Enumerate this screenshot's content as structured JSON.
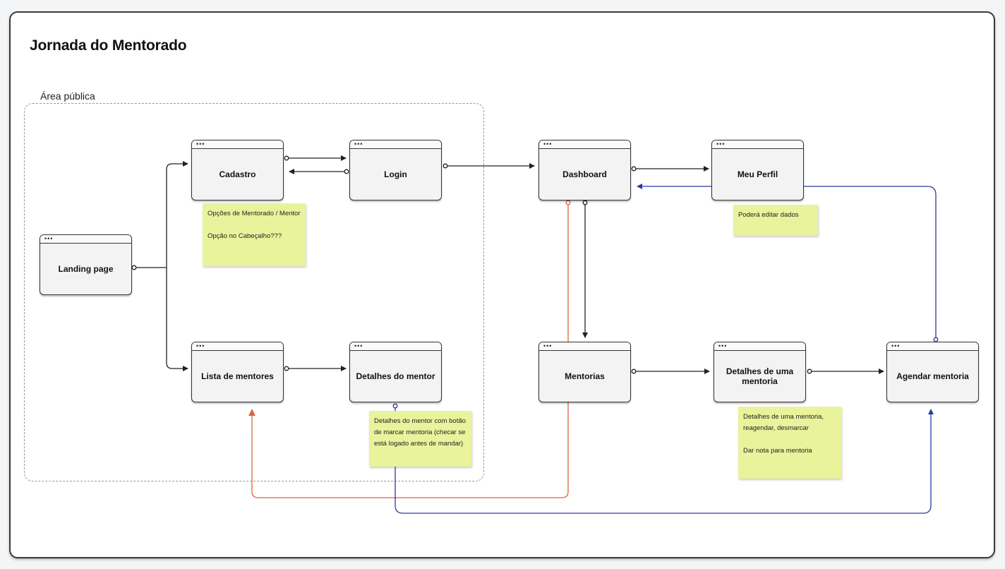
{
  "board": {
    "title": "Jornada do Mentorado"
  },
  "group": {
    "label": "Área pública"
  },
  "screens": {
    "landing": "Landing page",
    "cadastro": "Cadastro",
    "login": "Login",
    "dashboard": "Dashboard",
    "perfil": "Meu Perfil",
    "lista": "Lista de mentores",
    "detalhes_mentor": "Detalhes do mentor",
    "mentorias": "Mentorias",
    "detalhes_mentoria": "Detalhes de uma mentoria",
    "agendar": "Agendar mentoria"
  },
  "notes": {
    "cadastro": [
      "Opções de Mentorado / Mentor",
      "Opção no Cabeçalho???"
    ],
    "perfil": [
      "Poderá editar dados"
    ],
    "detalhes_mentor": [
      "Detalhes do mentor com botão de marcar mentoria (checar se está logado antes de mandar)"
    ],
    "detalhes_mentoria": [
      "Detalhes de uma mentoria, reagendar, desmarcar",
      "Dar nota para mentoria"
    ]
  },
  "window_dots": "•••",
  "colors": {
    "frame": "#333333",
    "note": "#e8f39b",
    "arrow_black": "#222222",
    "arrow_orange": "#d9663a",
    "arrow_blue": "#2b3a9e"
  }
}
